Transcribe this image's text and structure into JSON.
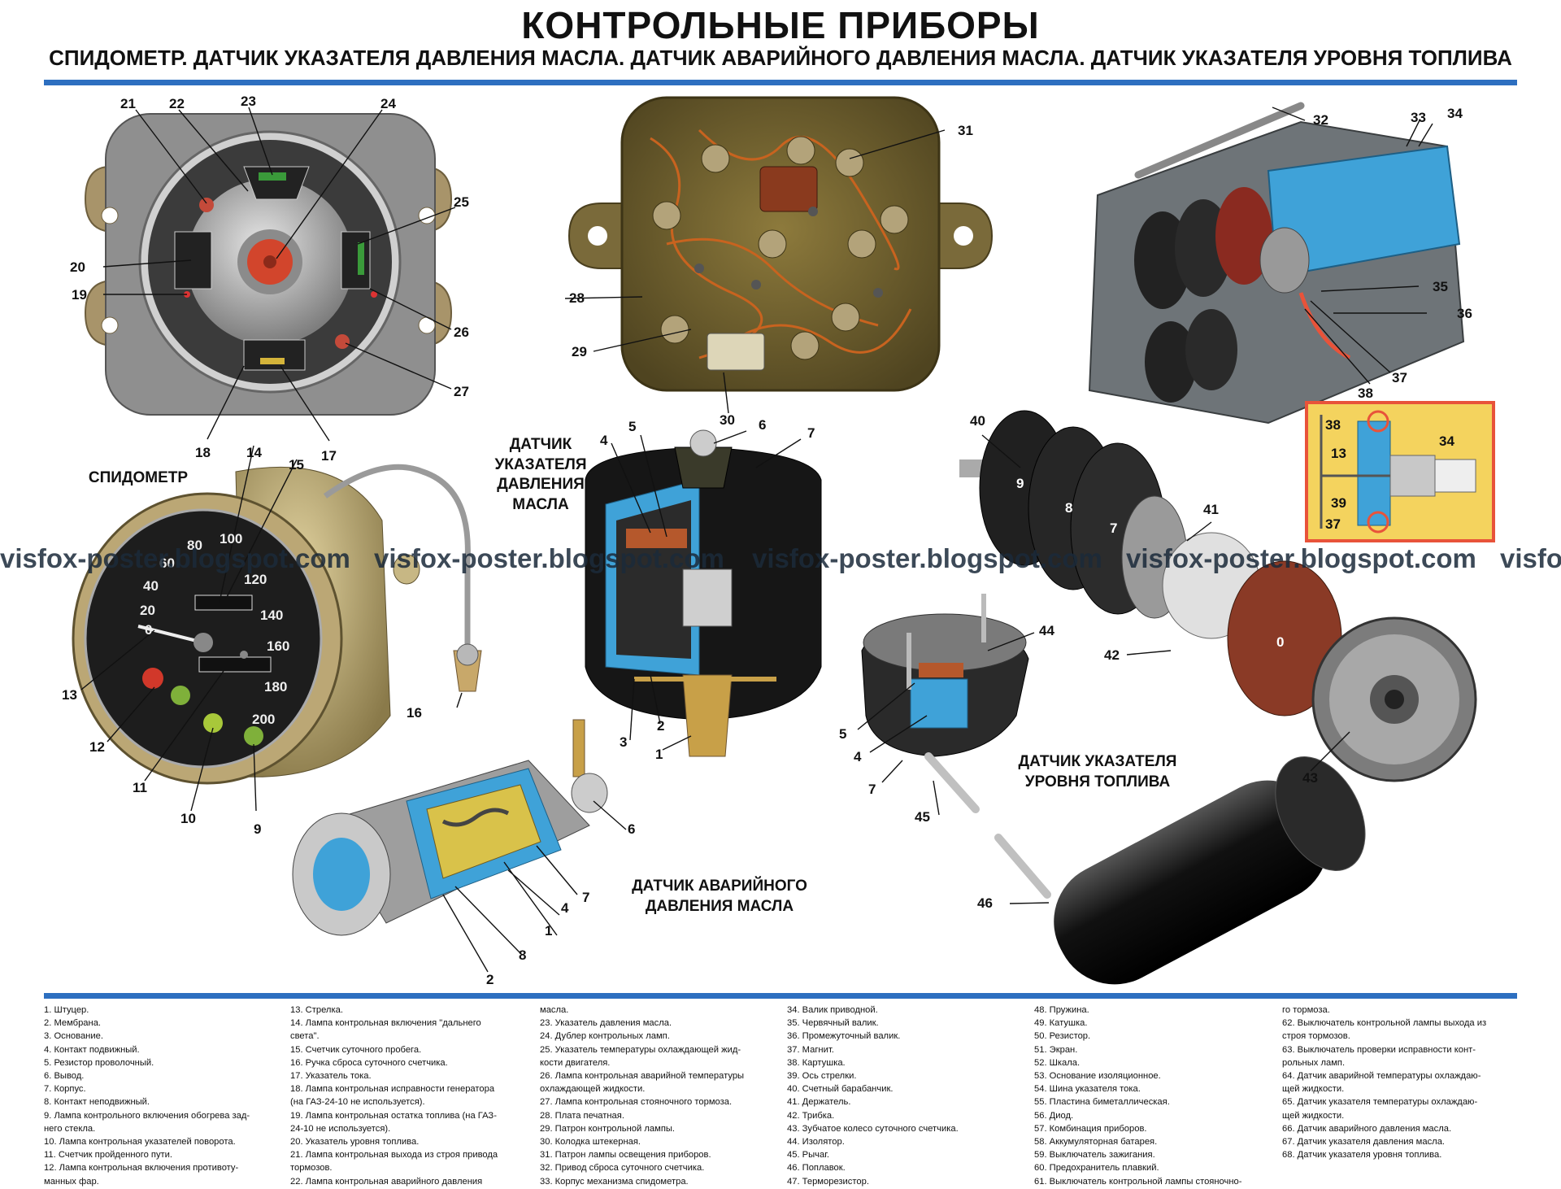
{
  "title": "КОНТРОЛЬНЫЕ ПРИБОРЫ",
  "subtitle": "СПИДОМЕТР. ДАТЧИК УКАЗАТЕЛЯ ДАВЛЕНИЯ МАСЛА. ДАТЧИК АВАРИЙНОГО ДАВЛЕНИЯ МАСЛА. ДАТЧИК УКАЗАТЕЛЯ УРОВНЯ ТОПЛИВА",
  "captions": {
    "speedometer": "СПИДОМЕТР",
    "oil_pressure_sensor": "ДАТЧИК УКАЗАТЕЛЯ ДАВЛЕНИЯ МАСЛА",
    "oil_alarm_sensor": "ДАТЧИК АВАРИЙНОГО ДАВЛЕНИЯ МАСЛА",
    "fuel_level_sensor": "ДАТЧИК УКАЗАТЕЛЯ УРОВНЯ ТОПЛИВА"
  },
  "watermark": "visfox-poster.blogspot.com",
  "speedometer_scale": [
    "0",
    "20",
    "40",
    "60",
    "80",
    "100",
    "120",
    "140",
    "160",
    "180",
    "200"
  ],
  "counter_digits": [
    "9",
    "8",
    "7",
    "0"
  ],
  "callouts": [
    "1",
    "2",
    "3",
    "4",
    "5",
    "6",
    "7",
    "8",
    "9",
    "10",
    "11",
    "12",
    "13",
    "14",
    "15",
    "16",
    "17",
    "18",
    "19",
    "20",
    "21",
    "22",
    "23",
    "24",
    "25",
    "26",
    "27",
    "28",
    "29",
    "30",
    "31",
    "32",
    "33",
    "34",
    "35",
    "36",
    "37",
    "38",
    "39",
    "40",
    "41",
    "42",
    "43",
    "44",
    "45",
    "46"
  ],
  "colors": {
    "rule": "#2d6fc0",
    "cutaway_blue": "#4fa3d8",
    "copper": "#c25a2a",
    "highlight": "#e8533a",
    "inset_bg": "#f4d35e"
  },
  "legend": [
    [
      "1. Штуцер.",
      "2. Мембрана.",
      "3. Основание.",
      "4. Контакт подвижный.",
      "5. Резистор проволочный.",
      "6. Вывод.",
      "7. Корпус.",
      "8. Контакт неподвижный.",
      "9. Лампа контрольного включения обогрева зад-",
      "него стекла.",
      "10. Лампа контрольная указателей поворота.",
      "11. Счетчик пройденного пути.",
      "12. Лампа контрольная включения противоту-",
      "манных фар."
    ],
    [
      "13. Стрелка.",
      "14. Лампа контрольная включения \"дальнего",
      "света\".",
      "15. Счетчик суточного пробега.",
      "16. Ручка сброса суточного счетчика.",
      "17. Указатель тока.",
      "18. Лампа контрольная исправности генератора",
      "(на ГАЗ-24-10 не используется).",
      "19. Лампа контрольная остатка топлива (на ГАЗ-",
      "24-10 не используется).",
      "20. Указатель уровня топлива.",
      "21. Лампа контрольная выхода из строя привода",
      "тормозов.",
      "22. Лампа контрольная аварийного давления"
    ],
    [
      "масла.",
      "23. Указатель давления масла.",
      "24. Дублер контрольных ламп.",
      "25. Указатель температуры охлаждающей жид-",
      "кости двигателя.",
      "26. Лампа контрольная аварийной температуры",
      "охлаждающей жидкости.",
      "27. Лампа контрольная стояночного тормоза.",
      "28. Плата печатная.",
      "29. Патрон контрольной лампы.",
      "30. Колодка штекерная.",
      "31. Патрон лампы освещения приборов.",
      "32. Привод сброса суточного счетчика.",
      "33. Корпус механизма спидометра."
    ],
    [
      "34. Валик приводной.",
      "35. Червячный валик.",
      "36. Промежуточный валик.",
      "37. Магнит.",
      "38. Картушка.",
      "39. Ось стрелки.",
      "40. Счетный барабанчик.",
      "41. Держатель.",
      "42. Трибка.",
      "43. Зубчатое колесо суточного счетчика.",
      "44. Изолятор.",
      "45. Рычаг.",
      "46. Поплавок.",
      "47. Терморезистор."
    ],
    [
      "48. Пружина.",
      "49. Катушка.",
      "50. Резистор.",
      "51. Экран.",
      "52. Шкала.",
      "53. Основание изоляционное.",
      "54. Шина указателя тока.",
      "55. Пластина биметаллическая.",
      "56. Диод.",
      "57. Комбинация приборов.",
      "58. Аккумуляторная батарея.",
      "59. Выключатель зажигания.",
      "60. Предохранитель плавкий.",
      "61. Выключатель контрольной лампы стояночно-"
    ],
    [
      "го тормоза.",
      "62. Выключатель контрольной лампы выхода из",
      "строя тормозов.",
      "63. Выключатель проверки исправности конт-",
      "рольных ламп.",
      "64. Датчик аварийной температуры охлаждаю-",
      "щей жидкости.",
      "65. Датчик указателя температуры охлаждаю-",
      "щей жидкости.",
      "66. Датчик аварийного давления масла.",
      "67. Датчик указателя давления масла.",
      "68. Датчик указателя уровня топлива."
    ]
  ]
}
